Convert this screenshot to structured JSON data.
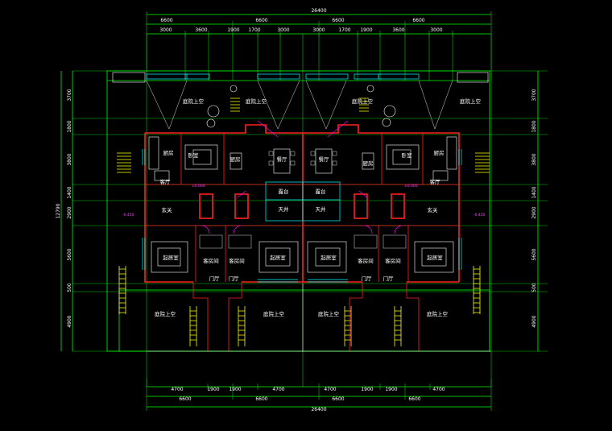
{
  "dimensions": {
    "top_total": "26400",
    "top_units": [
      "6600",
      "6600",
      "6600",
      "6600"
    ],
    "top_detail": [
      "3000",
      "3600",
      "1900",
      "1700",
      "3000",
      "3000",
      "1700",
      "1900",
      "3600",
      "3000"
    ],
    "bottom_detail": [
      "4700",
      "1900",
      "1900",
      "4700",
      "4700",
      "1900",
      "1900",
      "4700"
    ],
    "bottom_units": [
      "6600",
      "6600",
      "6600",
      "6600"
    ],
    "bottom_total": "26400",
    "left_inner": [
      "3700",
      "1800",
      "3800",
      "1400",
      "2900",
      "5600",
      "500",
      "4900"
    ],
    "left_total": "12790",
    "right_inner": [
      "3700",
      "1800",
      "3800",
      "1400",
      "2900",
      "5600",
      "500",
      "4900"
    ]
  },
  "rooms": {
    "upper_void": "庭院上空",
    "kitchen": "厨房",
    "bedroom": "卧室",
    "dining": "餐厅",
    "living_room": "客厅",
    "terrace": "露台",
    "sky_well": "天井",
    "foyer": "玄关",
    "reception": "起居室",
    "guest_room": "客房间",
    "entrance": "门厅",
    "yard_void": "庭院上空"
  },
  "levels": {
    "floor": "±0.000",
    "minus": "-0.450"
  },
  "colors": {
    "background": "#000000",
    "dimension_lines": "#00ff00",
    "walls": "#ff2020",
    "furniture": "#ffffff",
    "windows": "#00ffff",
    "doors": "#ff00ff",
    "stairs": "#ffff00"
  }
}
